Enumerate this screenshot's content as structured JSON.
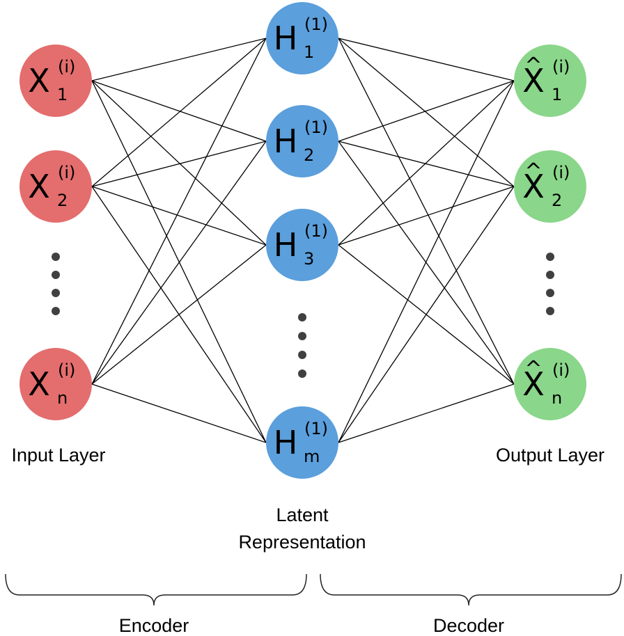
{
  "colors": {
    "input": "#e46d6d",
    "hidden": "#5b9fdc",
    "output": "#8ad68a",
    "edge": "#000000",
    "dots": "#404040"
  },
  "layers": {
    "input": {
      "caption": "Input Layer",
      "nodes": [
        {
          "base": "X",
          "sup": "(i)",
          "sub": "1",
          "hat": false
        },
        {
          "base": "X",
          "sup": "(i)",
          "sub": "2",
          "hat": false
        },
        {
          "base": "X",
          "sup": "(i)",
          "sub": "n",
          "hat": false
        }
      ]
    },
    "hidden": {
      "caption_line1": "Latent",
      "caption_line2": "Representation",
      "nodes": [
        {
          "base": "H",
          "sup": "(1)",
          "sub": "1",
          "hat": false
        },
        {
          "base": "H",
          "sup": "(1)",
          "sub": "2",
          "hat": false
        },
        {
          "base": "H",
          "sup": "(1)",
          "sub": "3",
          "hat": false
        },
        {
          "base": "H",
          "sup": "(1)",
          "sub": "m",
          "hat": false
        }
      ]
    },
    "output": {
      "caption": "Output Layer",
      "nodes": [
        {
          "base": "X",
          "sup": "(i)",
          "sub": "1",
          "hat": true
        },
        {
          "base": "X",
          "sup": "(i)",
          "sub": "2",
          "hat": true
        },
        {
          "base": "X",
          "sup": "(i)",
          "sub": "n",
          "hat": true
        }
      ]
    }
  },
  "sections": {
    "encoder": "Encoder",
    "decoder": "Decoder"
  }
}
